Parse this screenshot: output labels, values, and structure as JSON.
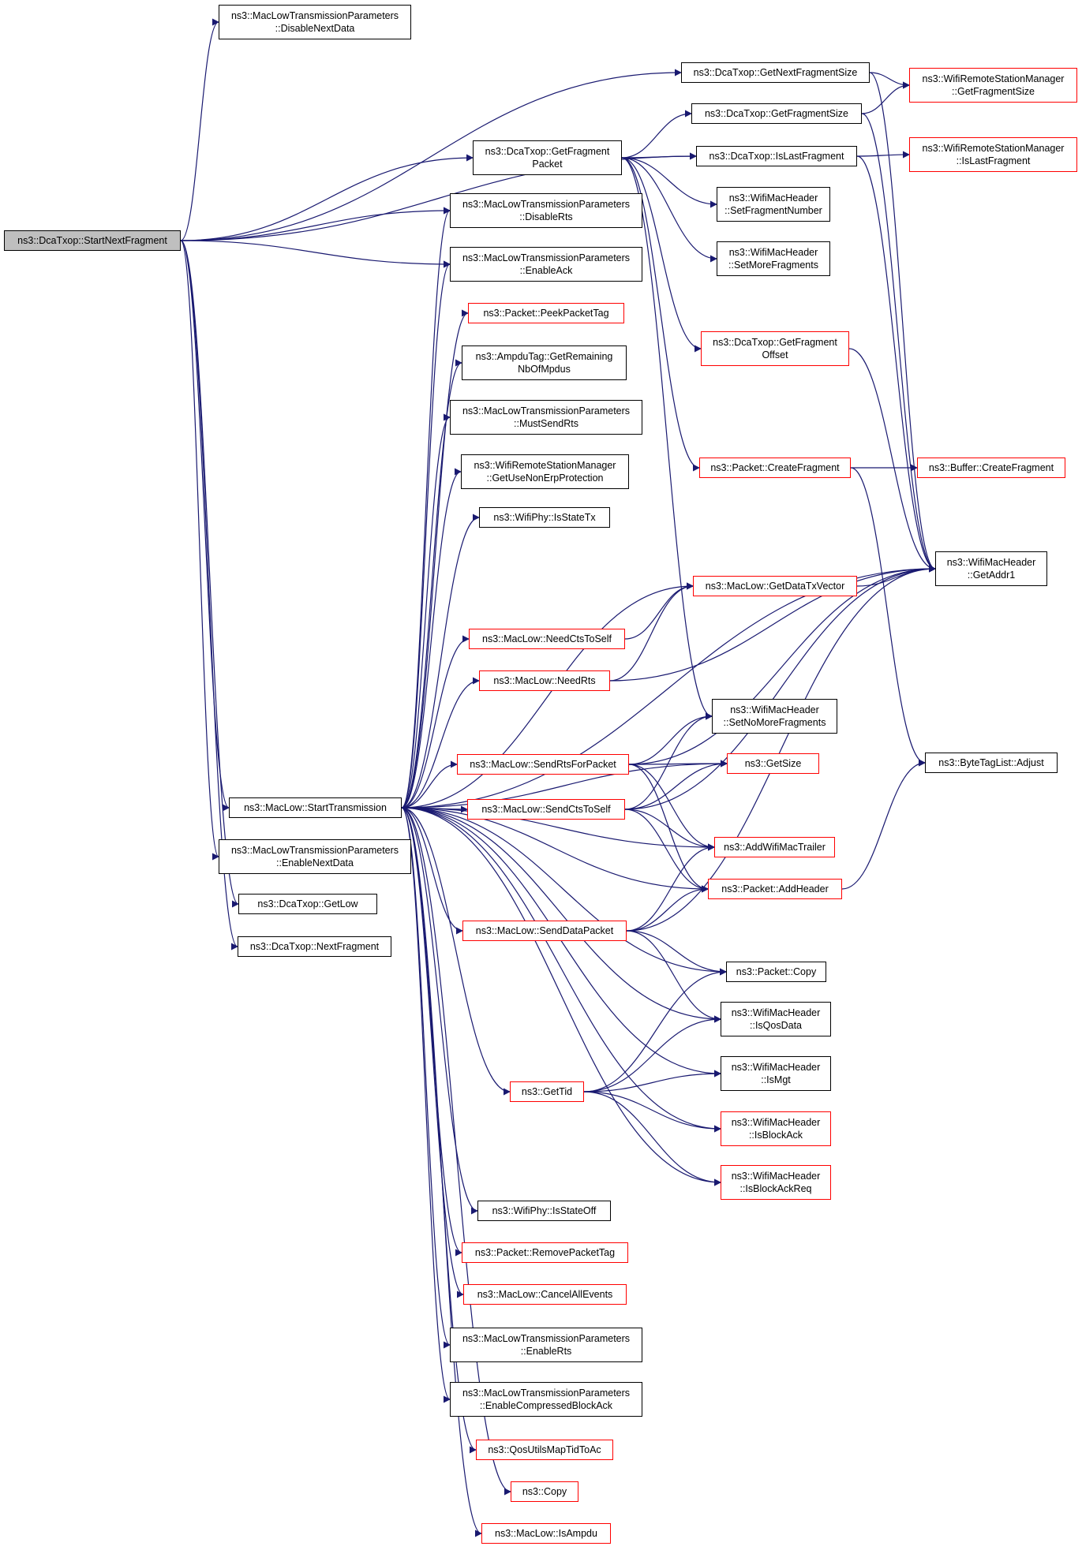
{
  "colors": {
    "edge": "#191970",
    "normal_border": "#000000",
    "red_border": "#ff0000",
    "root_fill": "#bfbfbf"
  },
  "nodes": [
    {
      "id": "root",
      "lines": [
        "ns3::DcaTxop::StartNextFragment"
      ],
      "style": "root"
    },
    {
      "id": "disableNextData",
      "lines": [
        "ns3::MacLowTransmissionParameters",
        "::DisableNextData"
      ],
      "style": "normal"
    },
    {
      "id": "getNextFragmentSize",
      "lines": [
        "ns3::DcaTxop::GetNextFragmentSize"
      ],
      "style": "normal"
    },
    {
      "id": "wrsmGetFragmentSize",
      "lines": [
        "ns3::WifiRemoteStationManager",
        "::GetFragmentSize"
      ],
      "style": "red"
    },
    {
      "id": "getFragmentSize",
      "lines": [
        "ns3::DcaTxop::GetFragmentSize"
      ],
      "style": "normal"
    },
    {
      "id": "getFragmentPacket",
      "lines": [
        "ns3::DcaTxop::GetFragment",
        "Packet"
      ],
      "style": "normal"
    },
    {
      "id": "isLastFragment",
      "lines": [
        "ns3::DcaTxop::IsLastFragment"
      ],
      "style": "normal"
    },
    {
      "id": "wrsmIsLastFragment",
      "lines": [
        "ns3::WifiRemoteStationManager",
        "::IsLastFragment"
      ],
      "style": "red"
    },
    {
      "id": "setFragmentNumber",
      "lines": [
        "ns3::WifiMacHeader",
        "::SetFragmentNumber"
      ],
      "style": "normal"
    },
    {
      "id": "disableRts",
      "lines": [
        "ns3::MacLowTransmissionParameters",
        "::DisableRts"
      ],
      "style": "normal"
    },
    {
      "id": "setMoreFragments",
      "lines": [
        "ns3::WifiMacHeader",
        "::SetMoreFragments"
      ],
      "style": "normal"
    },
    {
      "id": "enableAck",
      "lines": [
        "ns3::MacLowTransmissionParameters",
        "::EnableAck"
      ],
      "style": "normal"
    },
    {
      "id": "peekPacketTag",
      "lines": [
        "ns3::Packet::PeekPacketTag"
      ],
      "style": "red"
    },
    {
      "id": "getFragmentOffset",
      "lines": [
        "ns3::DcaTxop::GetFragment",
        "Offset"
      ],
      "style": "red"
    },
    {
      "id": "ampduGetRemaining",
      "lines": [
        "ns3::AmpduTag::GetRemaining",
        "NbOfMpdus"
      ],
      "style": "normal"
    },
    {
      "id": "mustSendRts",
      "lines": [
        "ns3::MacLowTransmissionParameters",
        "::MustSendRts"
      ],
      "style": "normal"
    },
    {
      "id": "createFragment",
      "lines": [
        "ns3::Packet::CreateFragment"
      ],
      "style": "red"
    },
    {
      "id": "bufferCreateFragment",
      "lines": [
        "ns3::Buffer::CreateFragment"
      ],
      "style": "red"
    },
    {
      "id": "getUseNonErp",
      "lines": [
        "ns3::WifiRemoteStationManager",
        "::GetUseNonErpProtection"
      ],
      "style": "normal"
    },
    {
      "id": "isStateTx",
      "lines": [
        "ns3::WifiPhy::IsStateTx"
      ],
      "style": "normal"
    },
    {
      "id": "getAddr1",
      "lines": [
        "ns3::WifiMacHeader",
        "::GetAddr1"
      ],
      "style": "normal"
    },
    {
      "id": "getDataTxVector",
      "lines": [
        "ns3::MacLow::GetDataTxVector"
      ],
      "style": "red"
    },
    {
      "id": "needCtsToSelf",
      "lines": [
        "ns3::MacLow::NeedCtsToSelf"
      ],
      "style": "red"
    },
    {
      "id": "needRts",
      "lines": [
        "ns3::MacLow::NeedRts"
      ],
      "style": "red"
    },
    {
      "id": "setNoMoreFragments",
      "lines": [
        "ns3::WifiMacHeader",
        "::SetNoMoreFragments"
      ],
      "style": "normal"
    },
    {
      "id": "sendRtsForPacket",
      "lines": [
        "ns3::MacLow::SendRtsForPacket"
      ],
      "style": "red"
    },
    {
      "id": "getSize",
      "lines": [
        "ns3::GetSize"
      ],
      "style": "red"
    },
    {
      "id": "byteTagAdjust",
      "lines": [
        "ns3::ByteTagList::Adjust"
      ],
      "style": "normal"
    },
    {
      "id": "startTransmission",
      "lines": [
        "ns3::MacLow::StartTransmission"
      ],
      "style": "normal"
    },
    {
      "id": "sendCtsToSelf",
      "lines": [
        "ns3::MacLow::SendCtsToSelf"
      ],
      "style": "red"
    },
    {
      "id": "enableNextData",
      "lines": [
        "ns3::MacLowTransmissionParameters",
        "::EnableNextData"
      ],
      "style": "normal"
    },
    {
      "id": "addWifiMacTrailer",
      "lines": [
        "ns3::AddWifiMacTrailer"
      ],
      "style": "red"
    },
    {
      "id": "addHeader",
      "lines": [
        "ns3::Packet::AddHeader"
      ],
      "style": "red"
    },
    {
      "id": "getLow",
      "lines": [
        "ns3::DcaTxop::GetLow"
      ],
      "style": "normal"
    },
    {
      "id": "sendDataPacket",
      "lines": [
        "ns3::MacLow::SendDataPacket"
      ],
      "style": "red"
    },
    {
      "id": "nextFragment",
      "lines": [
        "ns3::DcaTxop::NextFragment"
      ],
      "style": "normal"
    },
    {
      "id": "packetCopy",
      "lines": [
        "ns3::Packet::Copy"
      ],
      "style": "normal"
    },
    {
      "id": "isQosData",
      "lines": [
        "ns3::WifiMacHeader",
        "::IsQosData"
      ],
      "style": "normal"
    },
    {
      "id": "isMgt",
      "lines": [
        "ns3::WifiMacHeader",
        "::IsMgt"
      ],
      "style": "normal"
    },
    {
      "id": "getTid",
      "lines": [
        "ns3::GetTid"
      ],
      "style": "red"
    },
    {
      "id": "isBlockAck",
      "lines": [
        "ns3::WifiMacHeader",
        "::IsBlockAck"
      ],
      "style": "red"
    },
    {
      "id": "isBlockAckReq",
      "lines": [
        "ns3::WifiMacHeader",
        "::IsBlockAckReq"
      ],
      "style": "red"
    },
    {
      "id": "isStateOff",
      "lines": [
        "ns3::WifiPhy::IsStateOff"
      ],
      "style": "normal"
    },
    {
      "id": "removePacketTag",
      "lines": [
        "ns3::Packet::RemovePacketTag"
      ],
      "style": "red"
    },
    {
      "id": "cancelAllEvents",
      "lines": [
        "ns3::MacLow::CancelAllEvents"
      ],
      "style": "red"
    },
    {
      "id": "enableRts",
      "lines": [
        "ns3::MacLowTransmissionParameters",
        "::EnableRts"
      ],
      "style": "normal"
    },
    {
      "id": "enableCompressedBlockAck",
      "lines": [
        "ns3::MacLowTransmissionParameters",
        "::EnableCompressedBlockAck"
      ],
      "style": "normal"
    },
    {
      "id": "qosUtilsMapTidToAc",
      "lines": [
        "ns3::QosUtilsMapTidToAc"
      ],
      "style": "red"
    },
    {
      "id": "copy",
      "lines": [
        "ns3::Copy"
      ],
      "style": "red"
    },
    {
      "id": "isAmpdu",
      "lines": [
        "ns3::MacLow::IsAmpdu"
      ],
      "style": "red"
    }
  ],
  "edges": [
    [
      "root",
      "disableNextData"
    ],
    [
      "root",
      "getNextFragmentSize"
    ],
    [
      "root",
      "isLastFragment"
    ],
    [
      "root",
      "getFragmentPacket"
    ],
    [
      "root",
      "disableRts"
    ],
    [
      "root",
      "enableAck"
    ],
    [
      "root",
      "startTransmission"
    ],
    [
      "root",
      "enableNextData"
    ],
    [
      "root",
      "getLow"
    ],
    [
      "root",
      "nextFragment"
    ],
    [
      "getNextFragmentSize",
      "wrsmGetFragmentSize"
    ],
    [
      "getNextFragmentSize",
      "getAddr1"
    ],
    [
      "getFragmentSize",
      "wrsmGetFragmentSize"
    ],
    [
      "getFragmentSize",
      "getAddr1"
    ],
    [
      "isLastFragment",
      "wrsmIsLastFragment"
    ],
    [
      "isLastFragment",
      "getAddr1"
    ],
    [
      "getFragmentPacket",
      "getFragmentSize"
    ],
    [
      "getFragmentPacket",
      "isLastFragment"
    ],
    [
      "getFragmentPacket",
      "setFragmentNumber"
    ],
    [
      "getFragmentPacket",
      "setMoreFragments"
    ],
    [
      "getFragmentPacket",
      "getFragmentOffset"
    ],
    [
      "getFragmentPacket",
      "createFragment"
    ],
    [
      "getFragmentPacket",
      "setNoMoreFragments"
    ],
    [
      "getFragmentOffset",
      "getAddr1"
    ],
    [
      "createFragment",
      "bufferCreateFragment"
    ],
    [
      "createFragment",
      "byteTagAdjust"
    ],
    [
      "startTransmission",
      "disableRts"
    ],
    [
      "startTransmission",
      "enableAck"
    ],
    [
      "startTransmission",
      "peekPacketTag"
    ],
    [
      "startTransmission",
      "ampduGetRemaining"
    ],
    [
      "startTransmission",
      "mustSendRts"
    ],
    [
      "startTransmission",
      "getUseNonErp"
    ],
    [
      "startTransmission",
      "isStateTx"
    ],
    [
      "startTransmission",
      "getAddr1"
    ],
    [
      "startTransmission",
      "getDataTxVector"
    ],
    [
      "startTransmission",
      "needCtsToSelf"
    ],
    [
      "startTransmission",
      "needRts"
    ],
    [
      "startTransmission",
      "getSize"
    ],
    [
      "startTransmission",
      "sendRtsForPacket"
    ],
    [
      "startTransmission",
      "sendCtsToSelf"
    ],
    [
      "startTransmission",
      "addWifiMacTrailer"
    ],
    [
      "startTransmission",
      "addHeader"
    ],
    [
      "startTransmission",
      "sendDataPacket"
    ],
    [
      "startTransmission",
      "packetCopy"
    ],
    [
      "startTransmission",
      "isQosData"
    ],
    [
      "startTransmission",
      "isMgt"
    ],
    [
      "startTransmission",
      "getTid"
    ],
    [
      "startTransmission",
      "isBlockAck"
    ],
    [
      "startTransmission",
      "isBlockAckReq"
    ],
    [
      "startTransmission",
      "isStateOff"
    ],
    [
      "startTransmission",
      "removePacketTag"
    ],
    [
      "startTransmission",
      "cancelAllEvents"
    ],
    [
      "startTransmission",
      "enableRts"
    ],
    [
      "startTransmission",
      "enableCompressedBlockAck"
    ],
    [
      "startTransmission",
      "qosUtilsMapTidToAc"
    ],
    [
      "startTransmission",
      "copy"
    ],
    [
      "startTransmission",
      "isAmpdu"
    ],
    [
      "getDataTxVector",
      "getAddr1"
    ],
    [
      "needCtsToSelf",
      "getDataTxVector"
    ],
    [
      "needRts",
      "getDataTxVector"
    ],
    [
      "needRts",
      "getAddr1"
    ],
    [
      "sendRtsForPacket",
      "getAddr1"
    ],
    [
      "sendRtsForPacket",
      "setNoMoreFragments"
    ],
    [
      "sendRtsForPacket",
      "getSize"
    ],
    [
      "sendRtsForPacket",
      "addWifiMacTrailer"
    ],
    [
      "sendRtsForPacket",
      "addHeader"
    ],
    [
      "sendCtsToSelf",
      "getAddr1"
    ],
    [
      "sendCtsToSelf",
      "setNoMoreFragments"
    ],
    [
      "sendCtsToSelf",
      "getSize"
    ],
    [
      "sendCtsToSelf",
      "addWifiMacTrailer"
    ],
    [
      "sendCtsToSelf",
      "addHeader"
    ],
    [
      "addHeader",
      "byteTagAdjust"
    ],
    [
      "sendDataPacket",
      "getAddr1"
    ],
    [
      "sendDataPacket",
      "addWifiMacTrailer"
    ],
    [
      "sendDataPacket",
      "addHeader"
    ],
    [
      "sendDataPacket",
      "packetCopy"
    ],
    [
      "sendDataPacket",
      "isQosData"
    ],
    [
      "getTid",
      "packetCopy"
    ],
    [
      "getTid",
      "isQosData"
    ],
    [
      "getTid",
      "isMgt"
    ],
    [
      "getTid",
      "isBlockAck"
    ],
    [
      "getTid",
      "isBlockAckReq"
    ]
  ]
}
